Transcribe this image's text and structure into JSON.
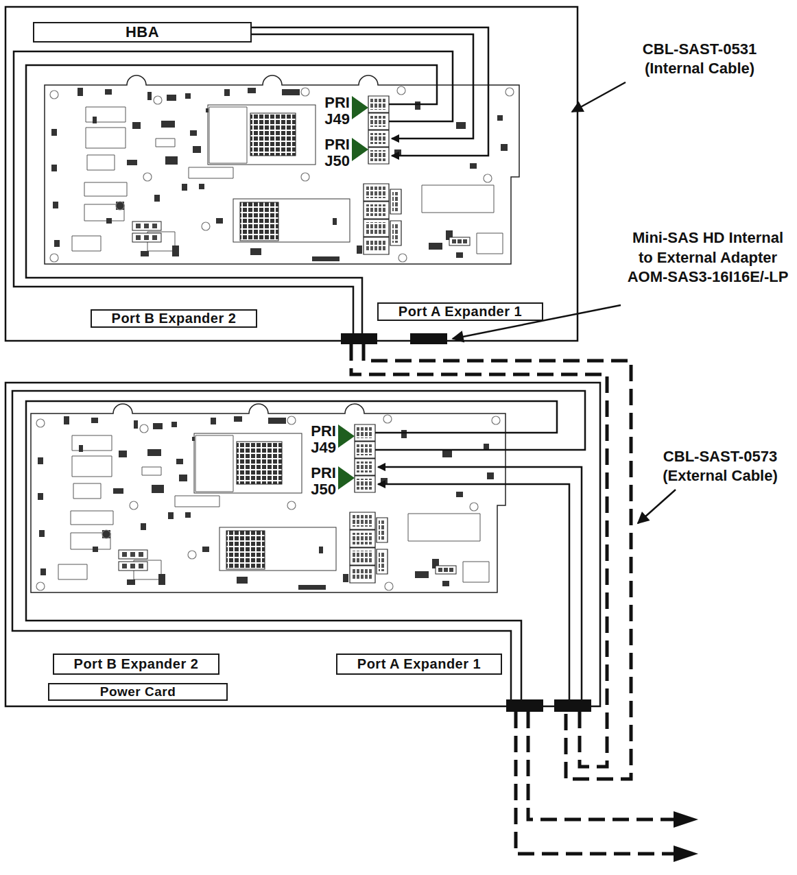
{
  "diagram": {
    "nodes": [
      {
        "text": [
          "HBA"
        ]
      },
      {
        "text": [
          "Port B Expander 2"
        ]
      },
      {
        "text": [
          "Port A Expander 1"
        ]
      },
      {
        "text": [
          "Port B Expander 2"
        ]
      },
      {
        "text": [
          "Port A Expander 1"
        ]
      },
      {
        "text": [
          "Power Card"
        ]
      }
    ],
    "labels": [
      "CBL-SAST-0531 (Internal Cable)",
      "PRI J49",
      "PRI J50",
      "Mini-SAS HD Internal to External Adapter AOM-SAS3-16I16E/-LP",
      "PRI J49",
      "PRI J50",
      "CBL-SAST-0573 (External Cable)"
    ]
  }
}
